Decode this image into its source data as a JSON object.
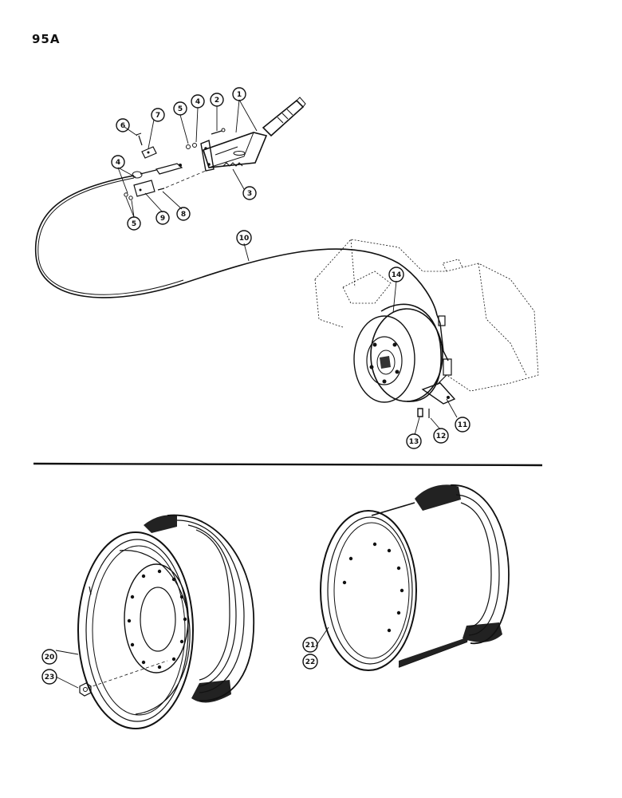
{
  "page": {
    "title": "95A"
  },
  "callouts": {
    "c1": "1",
    "c2": "2",
    "c3": "3",
    "c4a": "4",
    "c4b": "4",
    "c5a": "5",
    "c5b": "5",
    "c6": "6",
    "c7": "7",
    "c8": "8",
    "c9": "9",
    "c10": "10",
    "c11": "11",
    "c12": "12",
    "c13": "13",
    "c14": "14",
    "c20": "20",
    "c21": "21",
    "c22": "22",
    "c23": "23"
  }
}
